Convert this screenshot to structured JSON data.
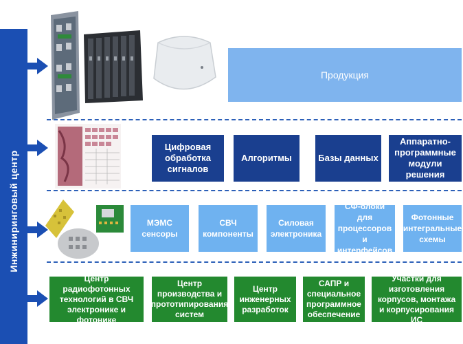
{
  "sidebar": {
    "label": "Инжиниринговый центр"
  },
  "row1": {
    "product_label": "Продукция"
  },
  "row2": {
    "boxes": [
      {
        "label": "Цифровая обработка сигналов"
      },
      {
        "label": "Алгоритмы"
      },
      {
        "label": "Базы данных"
      },
      {
        "label": "Аппаратно-программные модули решения"
      }
    ]
  },
  "row3": {
    "boxes": [
      {
        "label": "МЭМС сенсоры"
      },
      {
        "label": "СВЧ компоненты"
      },
      {
        "label": "Силовая электроника"
      },
      {
        "label": "СФ-блоки для процессоров и интерфейсов"
      },
      {
        "label": "Фотонные интегральные схемы"
      }
    ]
  },
  "row4": {
    "boxes": [
      {
        "label": "Центр радиофотонных технологий в СВЧ электронике и фотонике"
      },
      {
        "label": "Центр производства и прототипирования систем"
      },
      {
        "label": "Центр инженерных разработок"
      },
      {
        "label": "САПР и специальное программное обеспечение"
      },
      {
        "label": "Участки для изготовления корпусов, монтажа и корпусирования ИС"
      }
    ]
  },
  "colors": {
    "sidebar": "#1b4fb3",
    "product_box": "#7fb4ee",
    "software_box": "#1a3f8f",
    "component_box": "#6fb2f0",
    "center_box": "#23892f",
    "divider": "#2b5fb8"
  },
  "icons": [
    "row-arrow-icon"
  ]
}
